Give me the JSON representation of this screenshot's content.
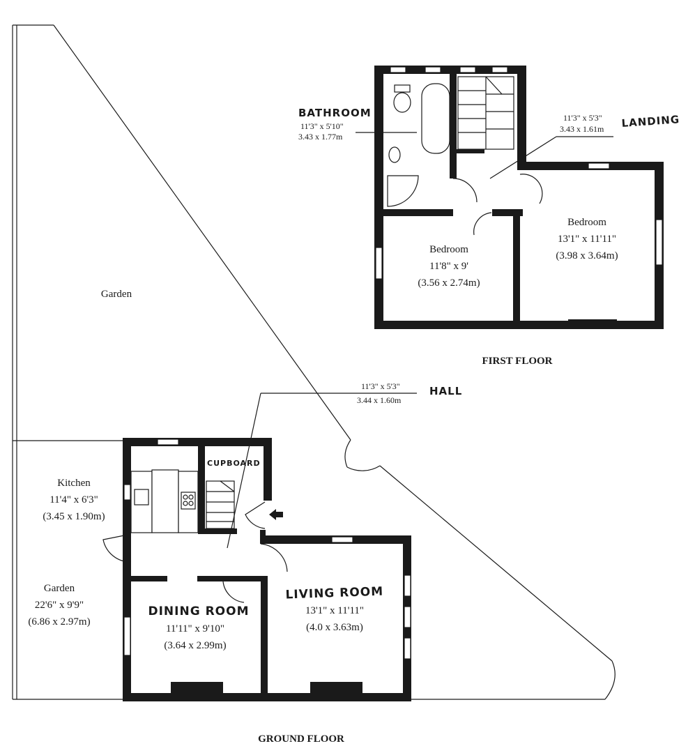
{
  "first_floor": {
    "title": "FIRST FLOOR",
    "bathroom": {
      "name": "BATHROOM",
      "imperial": "11'3\" x 5'10\"",
      "metric": "3.43 x 1.77m"
    },
    "landing": {
      "name": "LANDING",
      "imperial": "11'3\" x 5'3\"",
      "metric": "3.43 x 1.61m"
    },
    "bedroom_left": {
      "name": "Bedroom",
      "imperial": "11'8\" x 9'",
      "metric": "(3.56 x 2.74m)"
    },
    "bedroom_right": {
      "name": "Bedroom",
      "imperial": "13'1\" x 11'11\"",
      "metric": "(3.98 x 3.64m)"
    }
  },
  "ground_floor": {
    "title": "GROUND FLOOR",
    "garden_top": {
      "name": "Garden"
    },
    "hall": {
      "name": "HALL",
      "imperial": "11'3\" x 5'3\"",
      "metric": "3.44 x 1.60m"
    },
    "kitchen": {
      "name": "Kitchen",
      "imperial": "11'4\" x 6'3\"",
      "metric": "(3.45 x 1.90m)"
    },
    "cupboard": {
      "name": "CUPBOARD"
    },
    "garden_side": {
      "name": "Garden",
      "imperial": "22'6\" x 9'9\"",
      "metric": "(6.86 x 2.97m)"
    },
    "dining": {
      "name": "DINING ROOM",
      "imperial": "11'11\" x 9'10\"",
      "metric": "(3.64 x 2.99m)"
    },
    "living": {
      "name": "LIVING ROOM",
      "imperial": "13'1\" x 11'11\"",
      "metric": "(4.0 x 3.63m)"
    }
  }
}
